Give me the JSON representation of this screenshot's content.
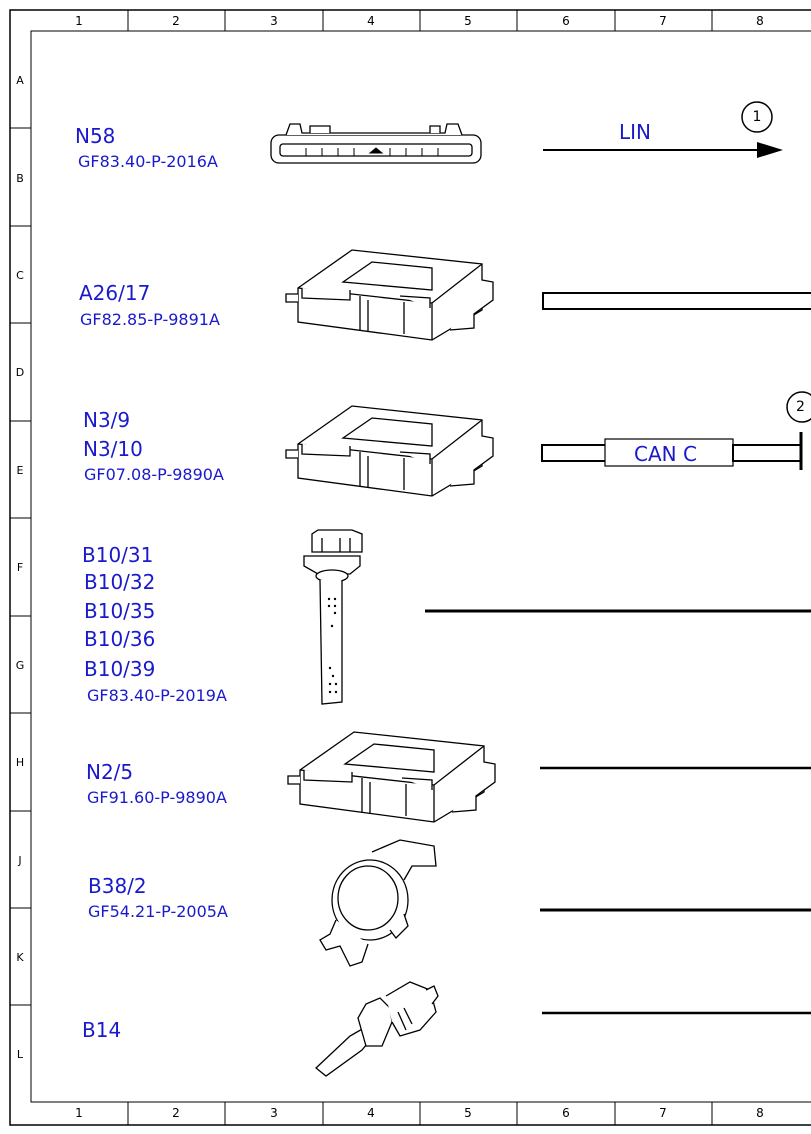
{
  "frame": {
    "columns": [
      "1",
      "2",
      "3",
      "4",
      "5",
      "6",
      "7",
      "8"
    ],
    "rows": [
      "A",
      "B",
      "C",
      "D",
      "E",
      "F",
      "G",
      "H",
      "J",
      "K",
      "L"
    ]
  },
  "components": [
    {
      "ids": [
        "N58"
      ],
      "doc": "GF83.40-P-2016A",
      "line_label": "LIN",
      "callout": "1"
    },
    {
      "ids": [
        "A26/17"
      ],
      "doc": "GF82.85-P-9891A"
    },
    {
      "ids": [
        "N3/9",
        "N3/10"
      ],
      "doc": "GF07.08-P-9890A",
      "line_label": "CAN C",
      "callout": "2"
    },
    {
      "ids": [
        "B10/31",
        "B10/32",
        "B10/35",
        "B10/36",
        "B10/39"
      ],
      "doc": "GF83.40-P-2019A"
    },
    {
      "ids": [
        "N2/5"
      ],
      "doc": "GF91.60-P-9890A"
    },
    {
      "ids": [
        "B38/2"
      ],
      "doc": "GF54.21-P-2005A"
    },
    {
      "ids": [
        "B14"
      ]
    }
  ],
  "colors": {
    "label": "#1a1acc",
    "line": "#000000"
  },
  "icons": [
    "connector-icon",
    "control-unit-icon",
    "control-unit-icon",
    "level-sensor-icon",
    "control-unit-icon",
    "rain-light-sensor-icon",
    "temperature-sensor-icon"
  ]
}
